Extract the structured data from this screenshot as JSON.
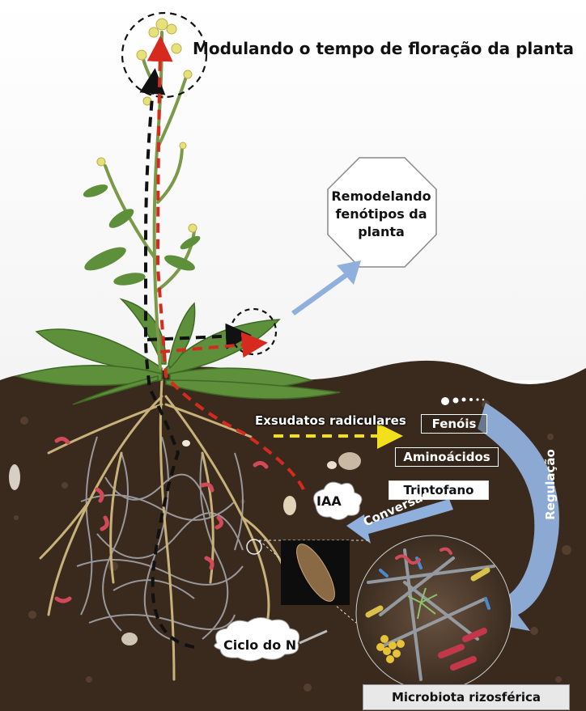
{
  "labels": {
    "flowering": "Modulando o tempo de floração da planta",
    "phenotypes": "Remodelando fenótipos da planta",
    "exudates": "Exsudatos radiculares",
    "phenols": "Fenóis",
    "amino_acids": "Aminoácidos",
    "tryptophan": "Triptofano",
    "iaa": "IAA",
    "conversion": "Conversão",
    "regulation": "Regulação",
    "n_cycle": "Ciclo do N",
    "microbiota": "Microbiota rizosférica"
  },
  "colors": {
    "sky": "#ffffff",
    "soil": "#3a2a1e",
    "leaf": "#5e8f3a",
    "stem": "#7a9a4a",
    "flower": "#e8e07a",
    "arrow_red": "#d72a1e",
    "arrow_black": "#111111",
    "arrow_yellow": "#f2e01a",
    "arrow_blue": "#8fb0dc",
    "root": "#c8b27a",
    "fungal_mesh": "#a9aab0"
  }
}
